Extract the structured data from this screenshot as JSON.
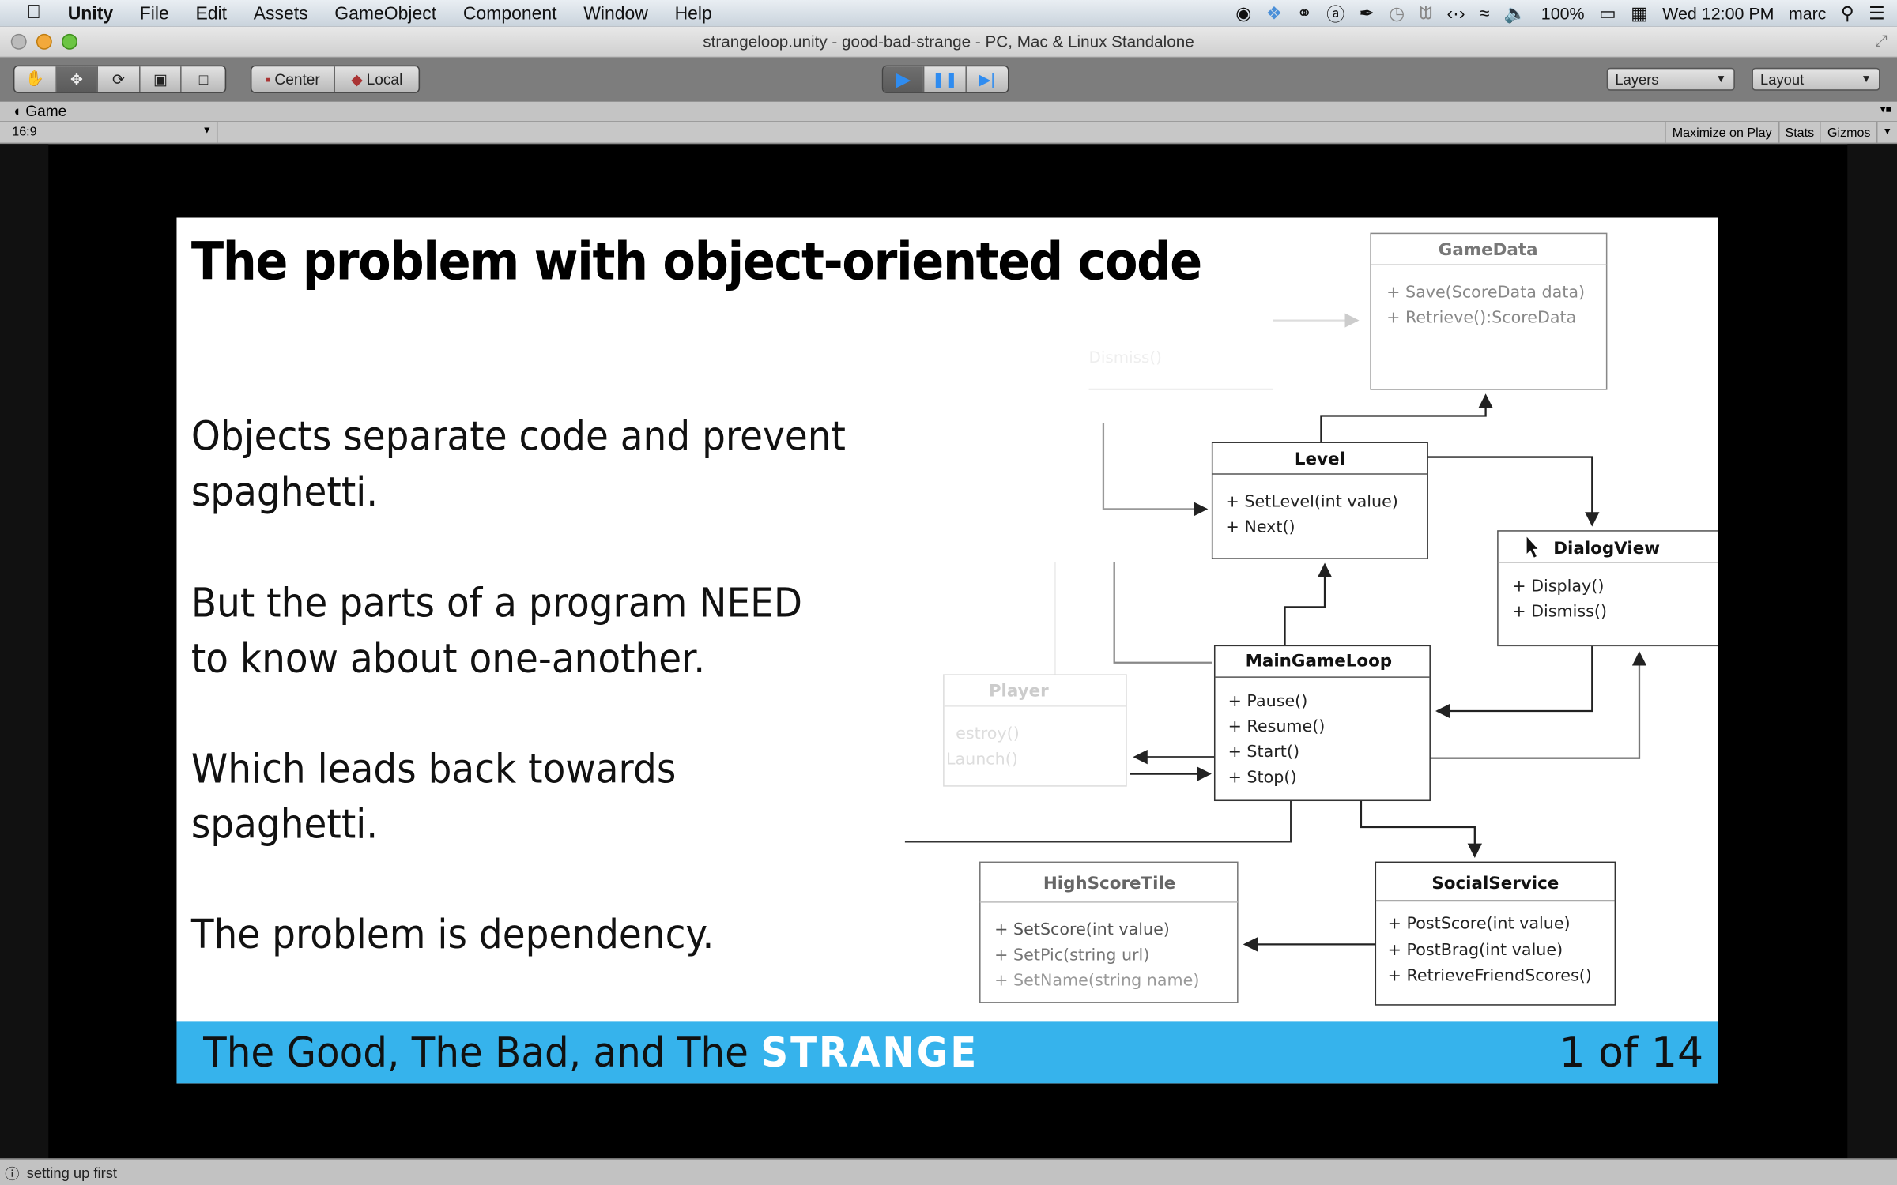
{
  "menubar": {
    "app": "Unity",
    "items": [
      "File",
      "Edit",
      "Assets",
      "GameObject",
      "Component",
      "Window",
      "Help"
    ],
    "battery": "100%",
    "clock": "Wed 12:00 PM",
    "user": "marc"
  },
  "window": {
    "title": "strangeloop.unity - good-bad-strange - PC, Mac & Linux Standalone"
  },
  "toolbar": {
    "pivot": "Center",
    "space": "Local",
    "layers": "Layers",
    "layout": "Layout"
  },
  "game": {
    "tab": "Game",
    "aspect": "16:9",
    "maximize": "Maximize on Play",
    "stats": "Stats",
    "gizmos": "Gizmos"
  },
  "slide": {
    "title": "The problem with object-oriented code",
    "bullets": [
      "Objects separate code and prevent spaghetti.",
      "But the parts of a program NEED to know about one-another.",
      "Which leads back towards spaghetti.",
      "The problem is dependency."
    ],
    "footer": {
      "prefix": "The Good, The Bad, and The",
      "brand": "STRANGE",
      "page": "1 of 14"
    },
    "diagram": {
      "gamedata": {
        "name": "GameData",
        "methods": [
          "+ Save(ScoreData data)",
          "+ Retrieve():ScoreData"
        ]
      },
      "level": {
        "name": "Level",
        "methods": [
          "+ SetLevel(int value)",
          "+ Next()"
        ]
      },
      "dialogview": {
        "name": "DialogView",
        "methods": [
          "+ Display()",
          "+ Dismiss()"
        ]
      },
      "mainloop": {
        "name": "MainGameLoop",
        "methods": [
          "+ Pause()",
          "+ Resume()",
          "+ Start()",
          "+ Stop()"
        ]
      },
      "player": {
        "name": "Player",
        "methods": [
          "estroy()",
          "Launch()"
        ]
      },
      "highscore": {
        "name": "HighScoreTile",
        "methods": [
          "+ SetScore(int value)",
          "+ SetPic(string url)",
          "+ SetName(string name)"
        ]
      },
      "social": {
        "name": "SocialService",
        "methods": [
          "+ PostScore(int value)",
          "+ PostBrag(int value)",
          "+ RetrieveFriendScores()"
        ]
      },
      "faded_label": "Dismiss()"
    }
  },
  "statusbar": {
    "message": "setting up first"
  },
  "colors": {
    "footer": "#36b3ec",
    "play": "#2f8cf0"
  }
}
